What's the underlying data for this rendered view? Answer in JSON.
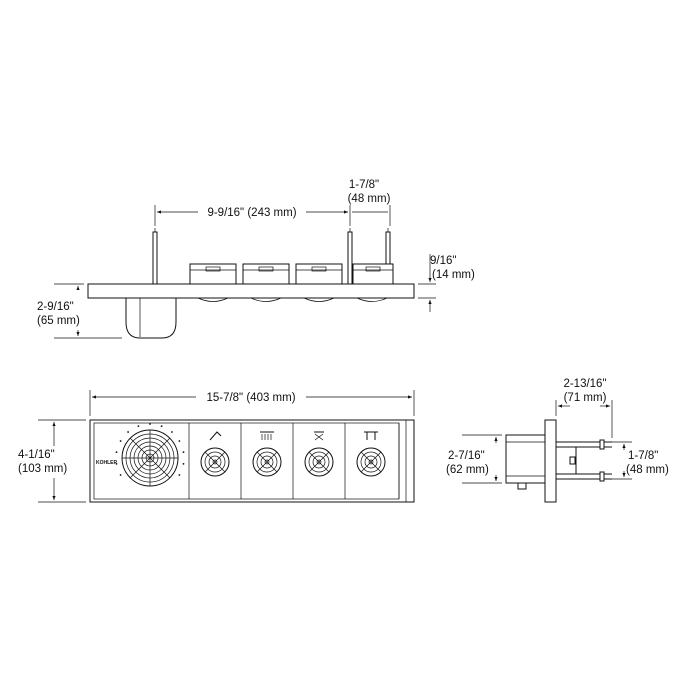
{
  "dimensions": {
    "top_width": "9-9/16\" (243 mm)",
    "top_pin_spacing_in": "1-7/8\"",
    "top_pin_spacing_mm": "(48 mm)",
    "plate_thickness_in": "9/16\"",
    "plate_thickness_mm": "(14 mm)",
    "body_depth_in": "2-9/16\"",
    "body_depth_mm": "(65 mm)",
    "front_width": "15-7/8\" (403 mm)",
    "front_height_in": "4-1/16\"",
    "front_height_mm": "(103 mm)",
    "side_depth_in": "2-13/16\"",
    "side_depth_mm": "(71 mm)",
    "side_body_height_in": "2-7/16\"",
    "side_body_height_mm": "(62 mm)",
    "side_pin_spacing_in": "1-7/8\"",
    "side_pin_spacing_mm": "(48 mm)"
  },
  "panel": {
    "brand": "KOHLER",
    "thermostat_ticks": 13,
    "valves": [
      {
        "icon": "handshower-icon"
      },
      {
        "icon": "rain-showerhead-icon"
      },
      {
        "icon": "showerhead-icon"
      },
      {
        "icon": "tub-spout-icon"
      }
    ]
  },
  "colors": {
    "ink": "#111111",
    "paper": "#ffffff"
  }
}
